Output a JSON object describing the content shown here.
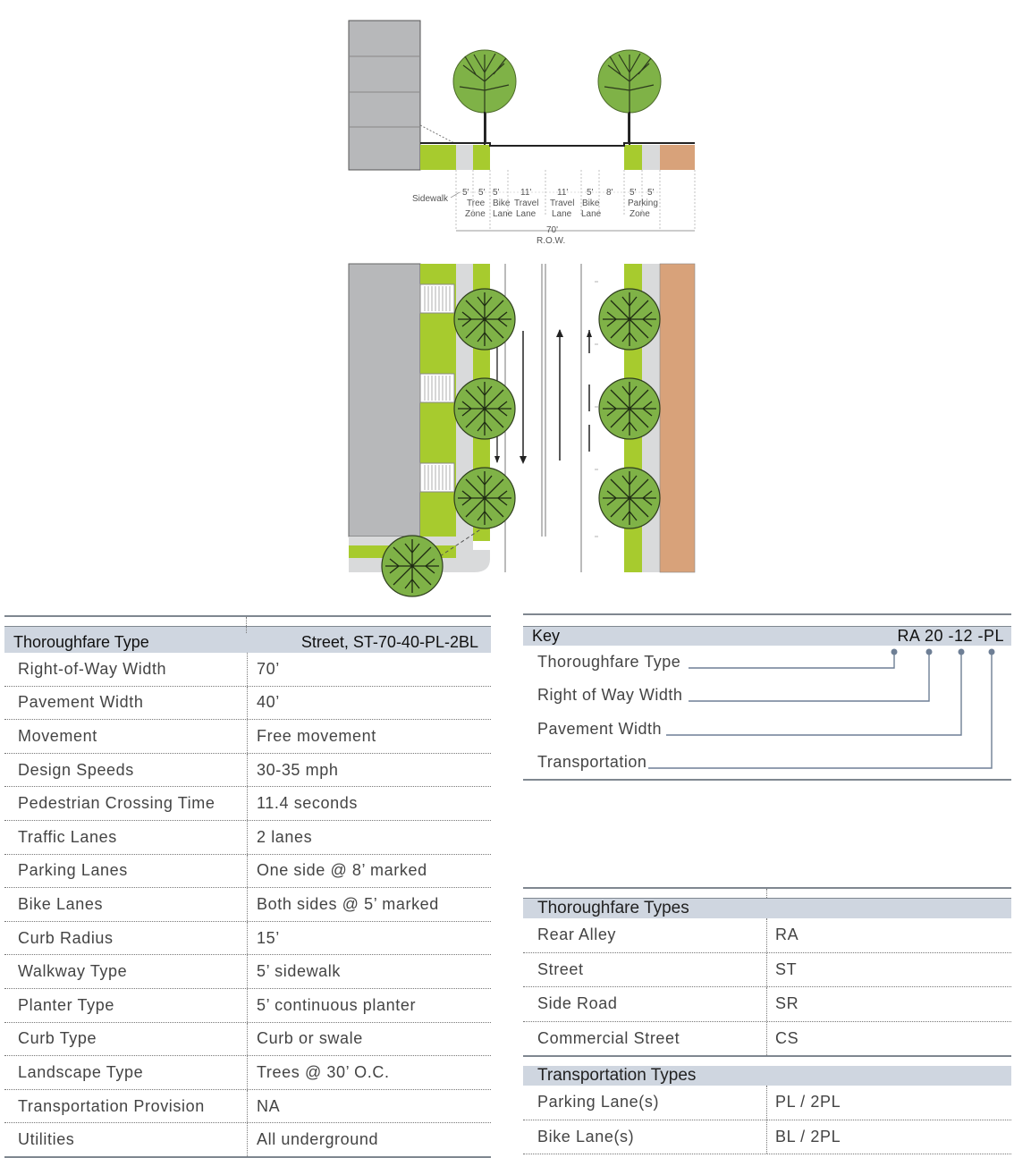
{
  "colors": {
    "green": "#a7cb2e",
    "grey_building": "#b7b8ba",
    "sidewalk": "#d9dadb",
    "orange": "#d8a27a",
    "tree": "#7fb247",
    "header_fill": "#cfd6e0",
    "rule": "#7f8790",
    "key_line": "#6e7f95"
  },
  "section_diagram": {
    "labels": {
      "sidewalk": "Sidewalk",
      "tree_zone": [
        "Tree",
        "Zone"
      ],
      "bike_lane_left": [
        "Bike",
        "Lane"
      ],
      "travel_lane_left": [
        "Travel",
        "Lane"
      ],
      "travel_lane_right": [
        "Travel",
        "Lane"
      ],
      "bike_lane_right": [
        "Bike",
        "Lane"
      ],
      "parking_zone": [
        "Parking",
        "Zone"
      ],
      "row_width": "70'",
      "row": "R.O.W."
    },
    "dimensions": [
      "5'",
      "5'",
      "5'",
      "11'",
      "11'",
      "5'",
      "8'",
      "5'",
      "5'"
    ]
  },
  "spec_table": {
    "header": {
      "label": "Thoroughfare Type",
      "value": "Street, ST-70-40-PL-2BL"
    },
    "rows": [
      {
        "label": "Right-of-Way Width",
        "value": "70’"
      },
      {
        "label": "Pavement Width",
        "value": "40’"
      },
      {
        "label": "Movement",
        "value": "Free movement"
      },
      {
        "label": "Design Speeds",
        "value": "30-35 mph"
      },
      {
        "label": "Pedestrian Crossing Time",
        "value": "11.4 seconds"
      },
      {
        "label": "Traffic Lanes",
        "value": "2 lanes"
      },
      {
        "label": "Parking Lanes",
        "value": "One side @ 8’ marked"
      },
      {
        "label": "Bike Lanes",
        "value": "Both sides @ 5’ marked"
      },
      {
        "label": "Curb Radius",
        "value": "15’"
      },
      {
        "label": "Walkway Type",
        "value": "5’ sidewalk"
      },
      {
        "label": "Planter Type",
        "value": "5’ continuous planter"
      },
      {
        "label": "Curb Type",
        "value": "Curb or swale"
      },
      {
        "label": "Landscape Type",
        "value": "Trees @ 30’ O.C."
      },
      {
        "label": "Transportation Provision",
        "value": "NA"
      },
      {
        "label": "Utilities",
        "value": "All underground"
      }
    ]
  },
  "key": {
    "title": "Key",
    "example": "RA  20 -12 -PL",
    "items": [
      "Thoroughfare Type",
      "Right of Way Width",
      "Pavement Width",
      "Transportation"
    ]
  },
  "types_table": {
    "thoroughfare_header": "Thoroughfare Types",
    "thoroughfare_rows": [
      {
        "label": "Rear Alley",
        "value": "RA"
      },
      {
        "label": "Street",
        "value": "ST"
      },
      {
        "label": "Side Road",
        "value": "SR"
      },
      {
        "label": "Commercial Street",
        "value": "CS"
      }
    ],
    "transportation_header": "Transportation Types",
    "transportation_rows": [
      {
        "label": "Parking Lane(s)",
        "value": "PL / 2PL"
      },
      {
        "label": "Bike Lane(s)",
        "value": "BL / 2PL"
      }
    ]
  }
}
